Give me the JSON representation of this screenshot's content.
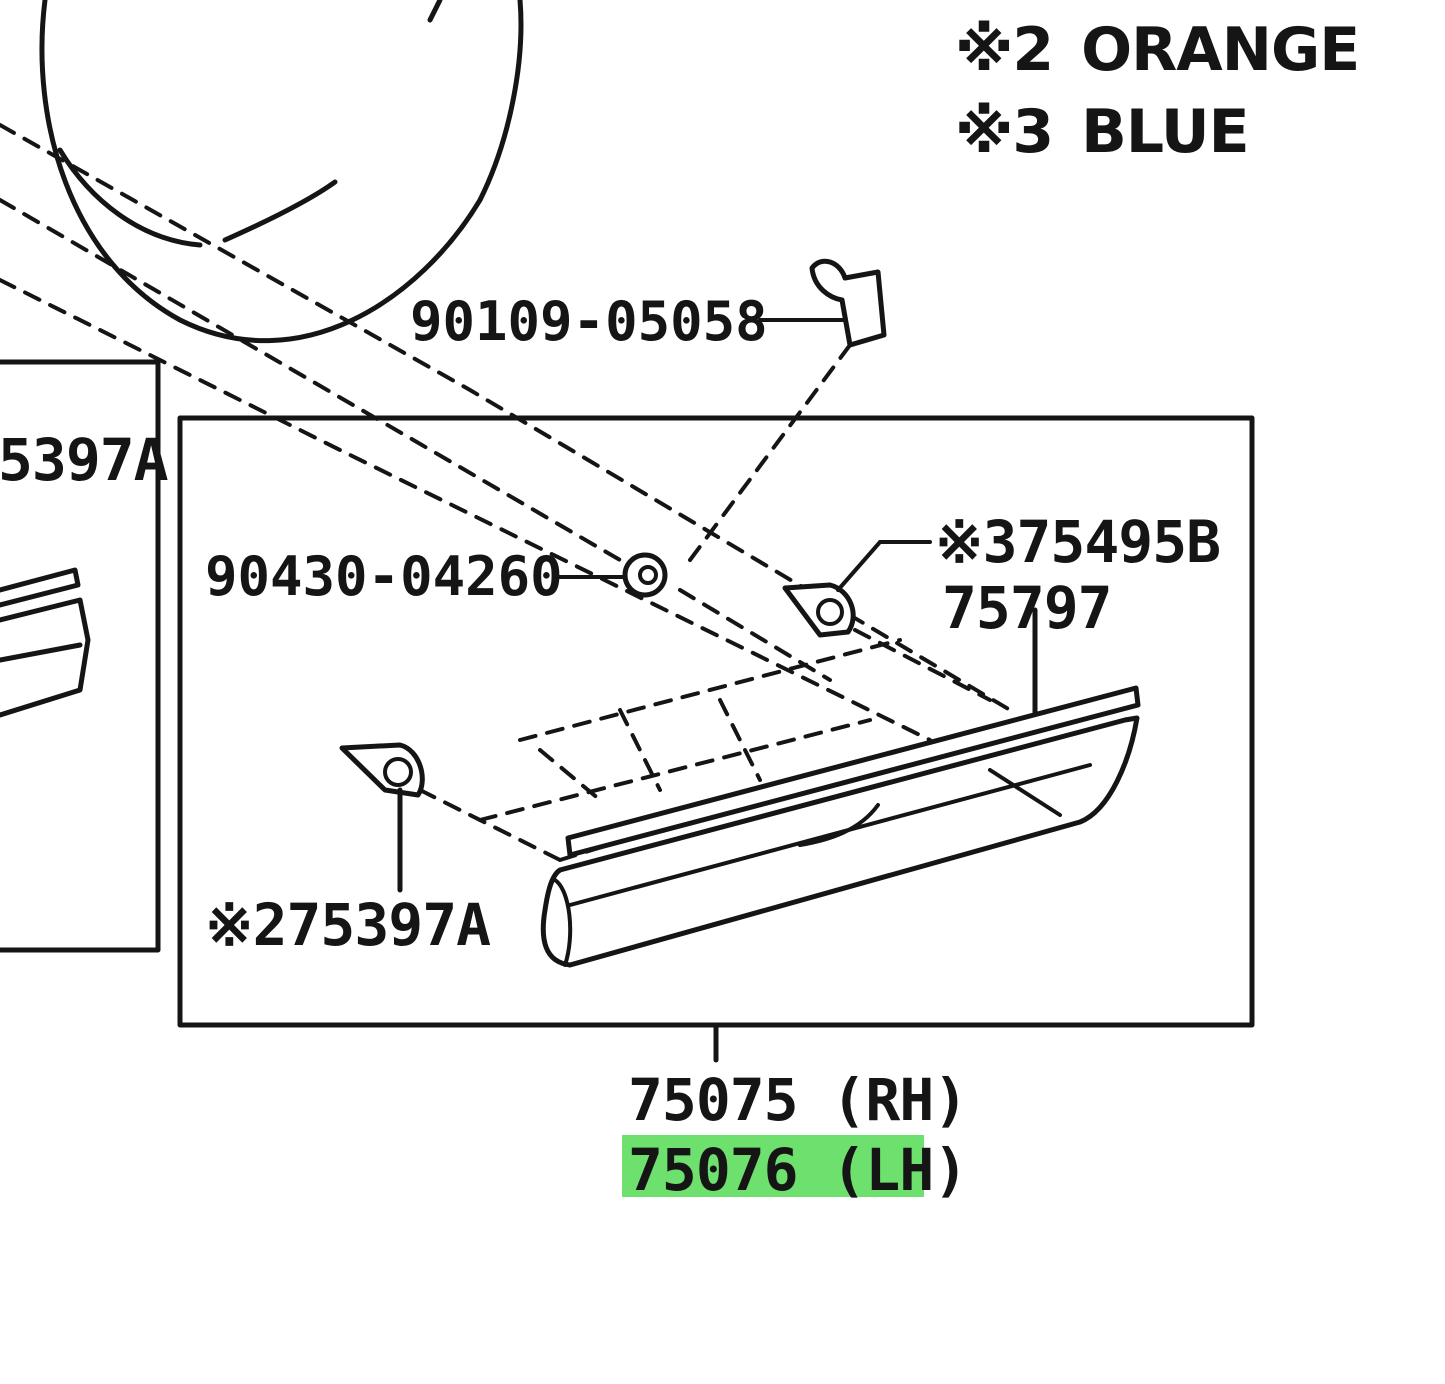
{
  "legend": [
    {
      "mark": "※",
      "num": "2",
      "text": "ORANGE"
    },
    {
      "mark": "※",
      "num": "3",
      "text": "BLUE"
    }
  ],
  "callouts": {
    "clip_top": "90109-05058",
    "nut": "90430-04260",
    "clip_right": "※375495B",
    "molding_strip": "75797",
    "clip_left": "※275397A",
    "side_panel": "5397A"
  },
  "part_numbers": {
    "rh": "75075 (RH)",
    "lh": "75076 (LH)"
  },
  "colors": {
    "line": "#151515",
    "highlight": "#6ee06e",
    "background": "#ffffff"
  }
}
